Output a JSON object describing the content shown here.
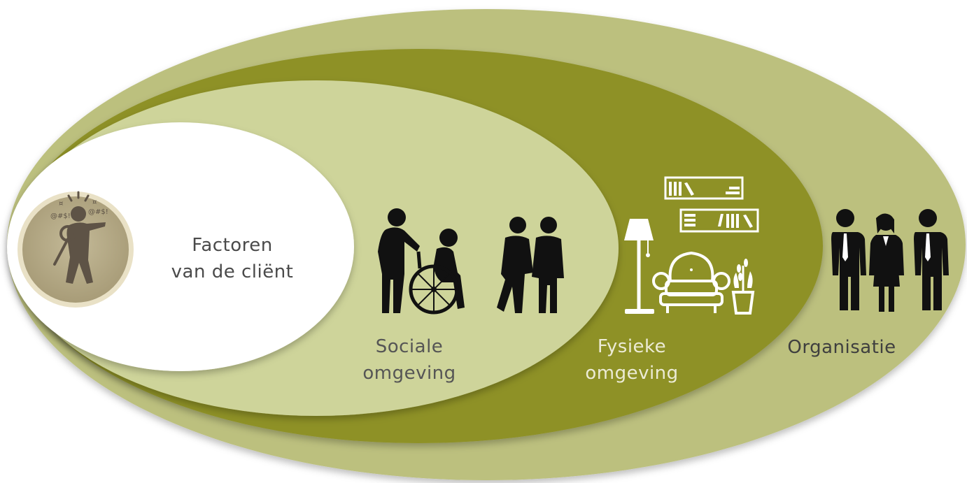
{
  "layers": {
    "client": {
      "line1": "Factoren",
      "line2": "van de cliënt"
    },
    "social": {
      "line1": "Sociale",
      "line2": "omgeving"
    },
    "physical": {
      "line1": "Fysieke",
      "line2": "omgeving"
    },
    "organisation": {
      "label": "Organisatie"
    }
  },
  "icons": {
    "client": "agitated-person-icon",
    "social_1": "caregiver-pushing-wheelchair-icon",
    "social_2": "two-people-supporting-icon",
    "physical_1": "floor-lamp-icon",
    "physical_2": "armchair-icon",
    "physical_3": "bookshelf-icon",
    "physical_4": "potted-plant-icon",
    "organisation": "business-people-icon"
  },
  "colors": {
    "outer": "#bcc07e",
    "fysiek": "#8e9126",
    "sociaal": "#ced49a",
    "client": "#ffffff",
    "badge": "#b8ad8b",
    "badge_rim": "#e9e1c6",
    "silhouette": "#111111",
    "client_figure": "#5e5346",
    "furniture": "#ffffff"
  }
}
